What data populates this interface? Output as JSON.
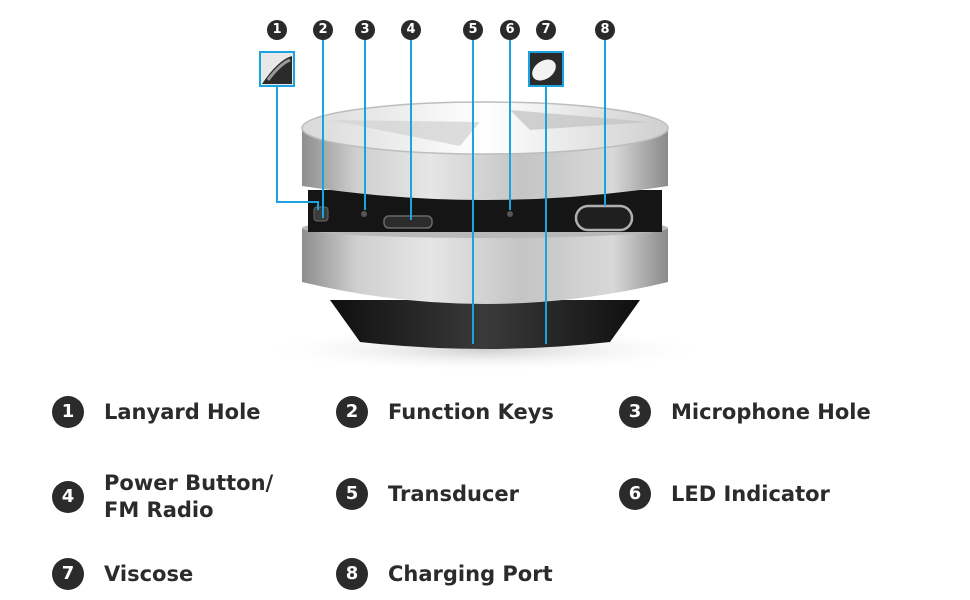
{
  "markers": [
    "1",
    "2",
    "3",
    "4",
    "5",
    "6",
    "7",
    "8"
  ],
  "legend": [
    {
      "number": "1",
      "label": "Lanyard Hole"
    },
    {
      "number": "2",
      "label": "Function Keys"
    },
    {
      "number": "3",
      "label": "Microphone Hole"
    },
    {
      "number": "4",
      "label": "Power Button/\nFM Radio"
    },
    {
      "number": "5",
      "label": "Transducer"
    },
    {
      "number": "6",
      "label": "LED Indicator"
    },
    {
      "number": "7",
      "label": "Viscose"
    },
    {
      "number": "8",
      "label": "Charging Port"
    }
  ],
  "colors": {
    "callout_line": "#1aa3e0",
    "badge": "#2b2b2b",
    "text": "#2b2b2b"
  },
  "icons": {
    "detail_1": "lanyard-detail-inset",
    "detail_7": "viscose-detail-inset"
  }
}
